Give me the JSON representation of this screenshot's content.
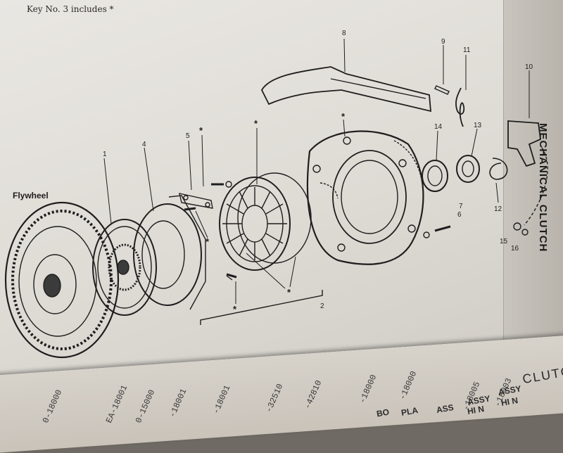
{
  "header": {
    "key_note": "Key No. 3 includes  *"
  },
  "section": {
    "title": "MECHANICAL CLUTCH"
  },
  "diagram": {
    "flywheel_label": "Flywheel",
    "callouts": [
      "1",
      "2",
      "4",
      "5",
      "6",
      "7",
      "8",
      "9",
      "10",
      "11",
      "12",
      "13",
      "14",
      "15",
      "16"
    ],
    "star": "*"
  },
  "lower_page": {
    "heading": "CLUTCH",
    "part_numbers": [
      "0-18000",
      "0-15000",
      "EA-18001",
      "-18001",
      "-18001",
      "-32510",
      "-42810",
      "-18000",
      "-18000",
      "-18005",
      "-18003"
    ],
    "descriptions": [
      "BO",
      "PLA",
      "ASS",
      "ASSY",
      "HI N",
      "ASSY",
      "HI N"
    ]
  }
}
